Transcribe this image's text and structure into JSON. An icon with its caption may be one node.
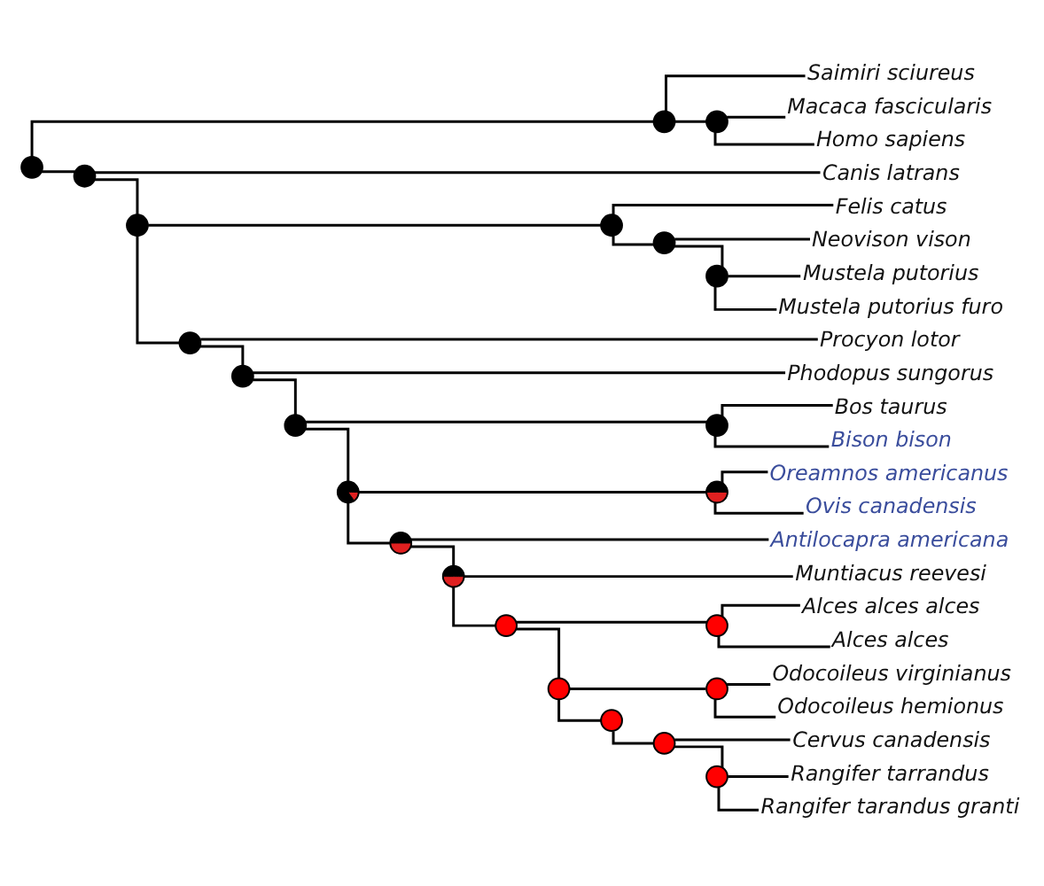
{
  "diagram": {
    "nodes": [
      {
        "text": [],
        "shape": "circle"
      },
      {
        "text": [],
        "shape": "circle"
      },
      {
        "text": [
          "Saimiri sciureus"
        ]
      },
      {
        "text": [],
        "shape": "circle"
      },
      {
        "text": [
          "Macaca fascicularis"
        ]
      },
      {
        "text": [
          "Homo sapiens"
        ]
      },
      {
        "text": [],
        "shape": "circle"
      },
      {
        "text": [
          "Canis latrans"
        ]
      },
      {
        "text": [],
        "shape": "circle"
      },
      {
        "text": [],
        "shape": "circle"
      },
      {
        "text": [
          "Felis catus"
        ]
      },
      {
        "text": [],
        "shape": "circle"
      },
      {
        "text": [
          "Neovison vison"
        ]
      },
      {
        "text": [],
        "shape": "circle"
      },
      {
        "text": [
          "Mustela putorius"
        ]
      },
      {
        "text": [
          "Mustela putorius furo"
        ]
      },
      {
        "text": [],
        "shape": "circle"
      },
      {
        "text": [
          "Procyon lotor"
        ]
      },
      {
        "text": [],
        "shape": "circle"
      },
      {
        "text": [
          "Phodopus sungorus"
        ]
      },
      {
        "text": [],
        "shape": "circle"
      },
      {
        "text": [],
        "shape": "circle"
      },
      {
        "text": [
          "Bos taurus"
        ]
      },
      {
        "text": [
          "Bison bison"
        ]
      },
      {
        "text": [],
        "shape": "circle"
      },
      {
        "text": [],
        "shape": "circle"
      },
      {
        "text": [
          "Oreamnos americanus"
        ]
      },
      {
        "text": [
          "Ovis canadensis"
        ]
      },
      {
        "text": [],
        "shape": "circle"
      },
      {
        "text": [
          "Antilocapra americana"
        ]
      },
      {
        "text": [],
        "shape": "circle"
      },
      {
        "text": [
          "Muntiacus reevesi"
        ]
      },
      {
        "text": [],
        "shape": "circle"
      },
      {
        "text": [],
        "shape": "circle"
      },
      {
        "text": [
          "Alces alces alces"
        ]
      },
      {
        "text": [
          "Alces alces"
        ]
      },
      {
        "text": [],
        "shape": "circle"
      },
      {
        "text": [],
        "shape": "circle"
      },
      {
        "text": [
          "Odocoileus virginianus"
        ]
      },
      {
        "text": [
          "Odocoileus hemionus"
        ]
      },
      {
        "text": [],
        "shape": "circle"
      },
      {
        "text": [],
        "shape": "circle"
      },
      {
        "text": [
          "Cervus canadensis"
        ]
      },
      {
        "text": [],
        "shape": "circle"
      },
      {
        "text": [
          "Rangifer tarrandus"
        ]
      },
      {
        "text": [
          "Rangifer tarandus granti"
        ]
      }
    ],
    "edges": [
      {
        "from": 0,
        "to": 1,
        "arrow": "none"
      },
      {
        "from": 1,
        "to": 2,
        "arrow": "none"
      },
      {
        "from": 1,
        "to": 3,
        "arrow": "none"
      },
      {
        "from": 3,
        "to": 4,
        "arrow": "none"
      },
      {
        "from": 3,
        "to": 5,
        "arrow": "none"
      },
      {
        "from": 0,
        "to": 6,
        "arrow": "none"
      },
      {
        "from": 6,
        "to": 7,
        "arrow": "none"
      },
      {
        "from": 6,
        "to": 8,
        "arrow": "none"
      },
      {
        "from": 8,
        "to": 9,
        "arrow": "none"
      },
      {
        "from": 9,
        "to": 10,
        "arrow": "none"
      },
      {
        "from": 9,
        "to": 11,
        "arrow": "none"
      },
      {
        "from": 11,
        "to": 12,
        "arrow": "none"
      },
      {
        "from": 11,
        "to": 13,
        "arrow": "none"
      },
      {
        "from": 13,
        "to": 14,
        "arrow": "none"
      },
      {
        "from": 13,
        "to": 15,
        "arrow": "none"
      },
      {
        "from": 8,
        "to": 16,
        "arrow": "none"
      },
      {
        "from": 16,
        "to": 17,
        "arrow": "none"
      },
      {
        "from": 16,
        "to": 18,
        "arrow": "none"
      },
      {
        "from": 18,
        "to": 19,
        "arrow": "none"
      },
      {
        "from": 18,
        "to": 20,
        "arrow": "none"
      },
      {
        "from": 20,
        "to": 21,
        "arrow": "none"
      },
      {
        "from": 21,
        "to": 22,
        "arrow": "none"
      },
      {
        "from": 21,
        "to": 23,
        "arrow": "none"
      },
      {
        "from": 20,
        "to": 24,
        "arrow": "none"
      },
      {
        "from": 24,
        "to": 25,
        "arrow": "none"
      },
      {
        "from": 25,
        "to": 26,
        "arrow": "none"
      },
      {
        "from": 25,
        "to": 27,
        "arrow": "none"
      },
      {
        "from": 24,
        "to": 28,
        "arrow": "none"
      },
      {
        "from": 28,
        "to": 29,
        "arrow": "none"
      },
      {
        "from": 28,
        "to": 30,
        "arrow": "none"
      },
      {
        "from": 30,
        "to": 31,
        "arrow": "none"
      },
      {
        "from": 30,
        "to": 32,
        "arrow": "none"
      },
      {
        "from": 32,
        "to": 33,
        "arrow": "none"
      },
      {
        "from": 33,
        "to": 34,
        "arrow": "none"
      },
      {
        "from": 33,
        "to": 35,
        "arrow": "none"
      },
      {
        "from": 32,
        "to": 36,
        "arrow": "none"
      },
      {
        "from": 36,
        "to": 37,
        "arrow": "none"
      },
      {
        "from": 37,
        "to": 38,
        "arrow": "none"
      },
      {
        "from": 37,
        "to": 39,
        "arrow": "none"
      },
      {
        "from": 36,
        "to": 40,
        "arrow": "none"
      },
      {
        "from": 40,
        "to": 41,
        "arrow": "none"
      },
      {
        "from": 41,
        "to": 42,
        "arrow": "none"
      },
      {
        "from": 41,
        "to": 43,
        "arrow": "none"
      },
      {
        "from": 43,
        "to": 44,
        "arrow": "none"
      },
      {
        "from": 43,
        "to": 45,
        "arrow": "none"
      }
    ]
  }
}
